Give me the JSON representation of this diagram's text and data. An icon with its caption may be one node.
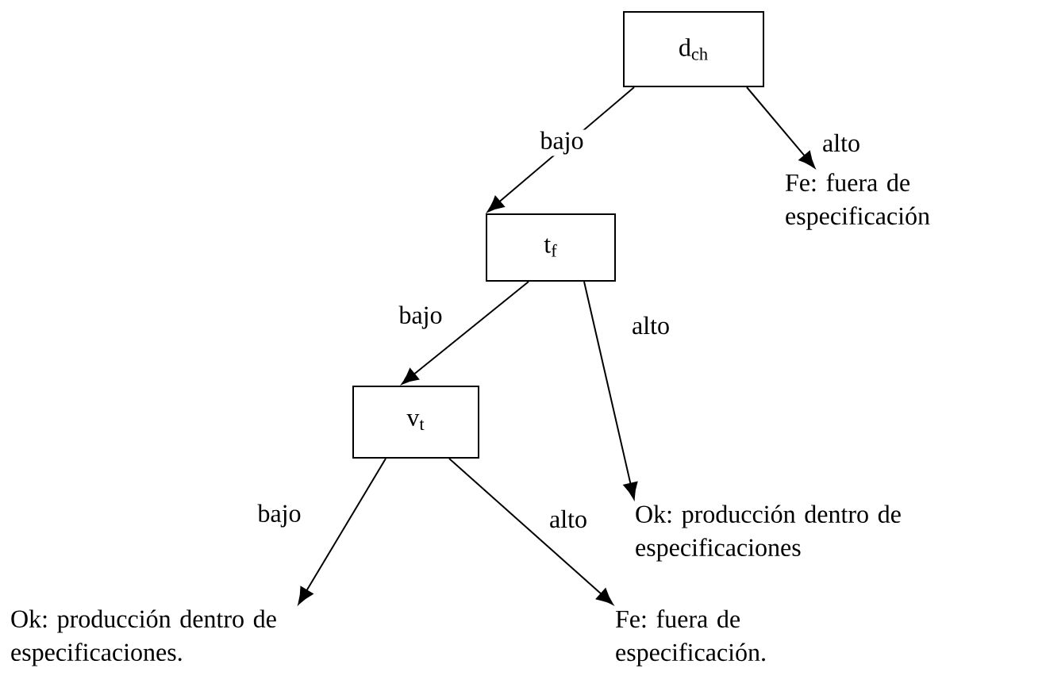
{
  "diagram": {
    "nodes": [
      {
        "text": [
          "d$_{ch}$"
        ]
      },
      {
        "text": [
          "Fe: fuera de especificación"
        ]
      },
      {
        "text": [
          "t$_{f}$"
        ]
      },
      {
        "text": [
          "Ok: producción dentro de especificaciones"
        ]
      },
      {
        "text": [
          "v$_{t}$"
        ]
      },
      {
        "text": [
          "Ok: producción dentro de especificaciones."
        ]
      },
      {
        "text": [
          "Fe: fuera de especificación."
        ]
      }
    ],
    "edges": [
      {
        "from": 0,
        "to": 2,
        "arrow": "to",
        "label": "bajo"
      },
      {
        "from": 0,
        "to": 1,
        "arrow": "to",
        "label": "alto"
      },
      {
        "from": 2,
        "to": 4,
        "arrow": "to",
        "label": "bajo"
      },
      {
        "from": 2,
        "to": 3,
        "arrow": "to",
        "label": "alto"
      },
      {
        "from": 4,
        "to": 5,
        "arrow": "to",
        "label": "bajo"
      },
      {
        "from": 4,
        "to": 6,
        "arrow": "to",
        "label": "alto"
      }
    ]
  }
}
